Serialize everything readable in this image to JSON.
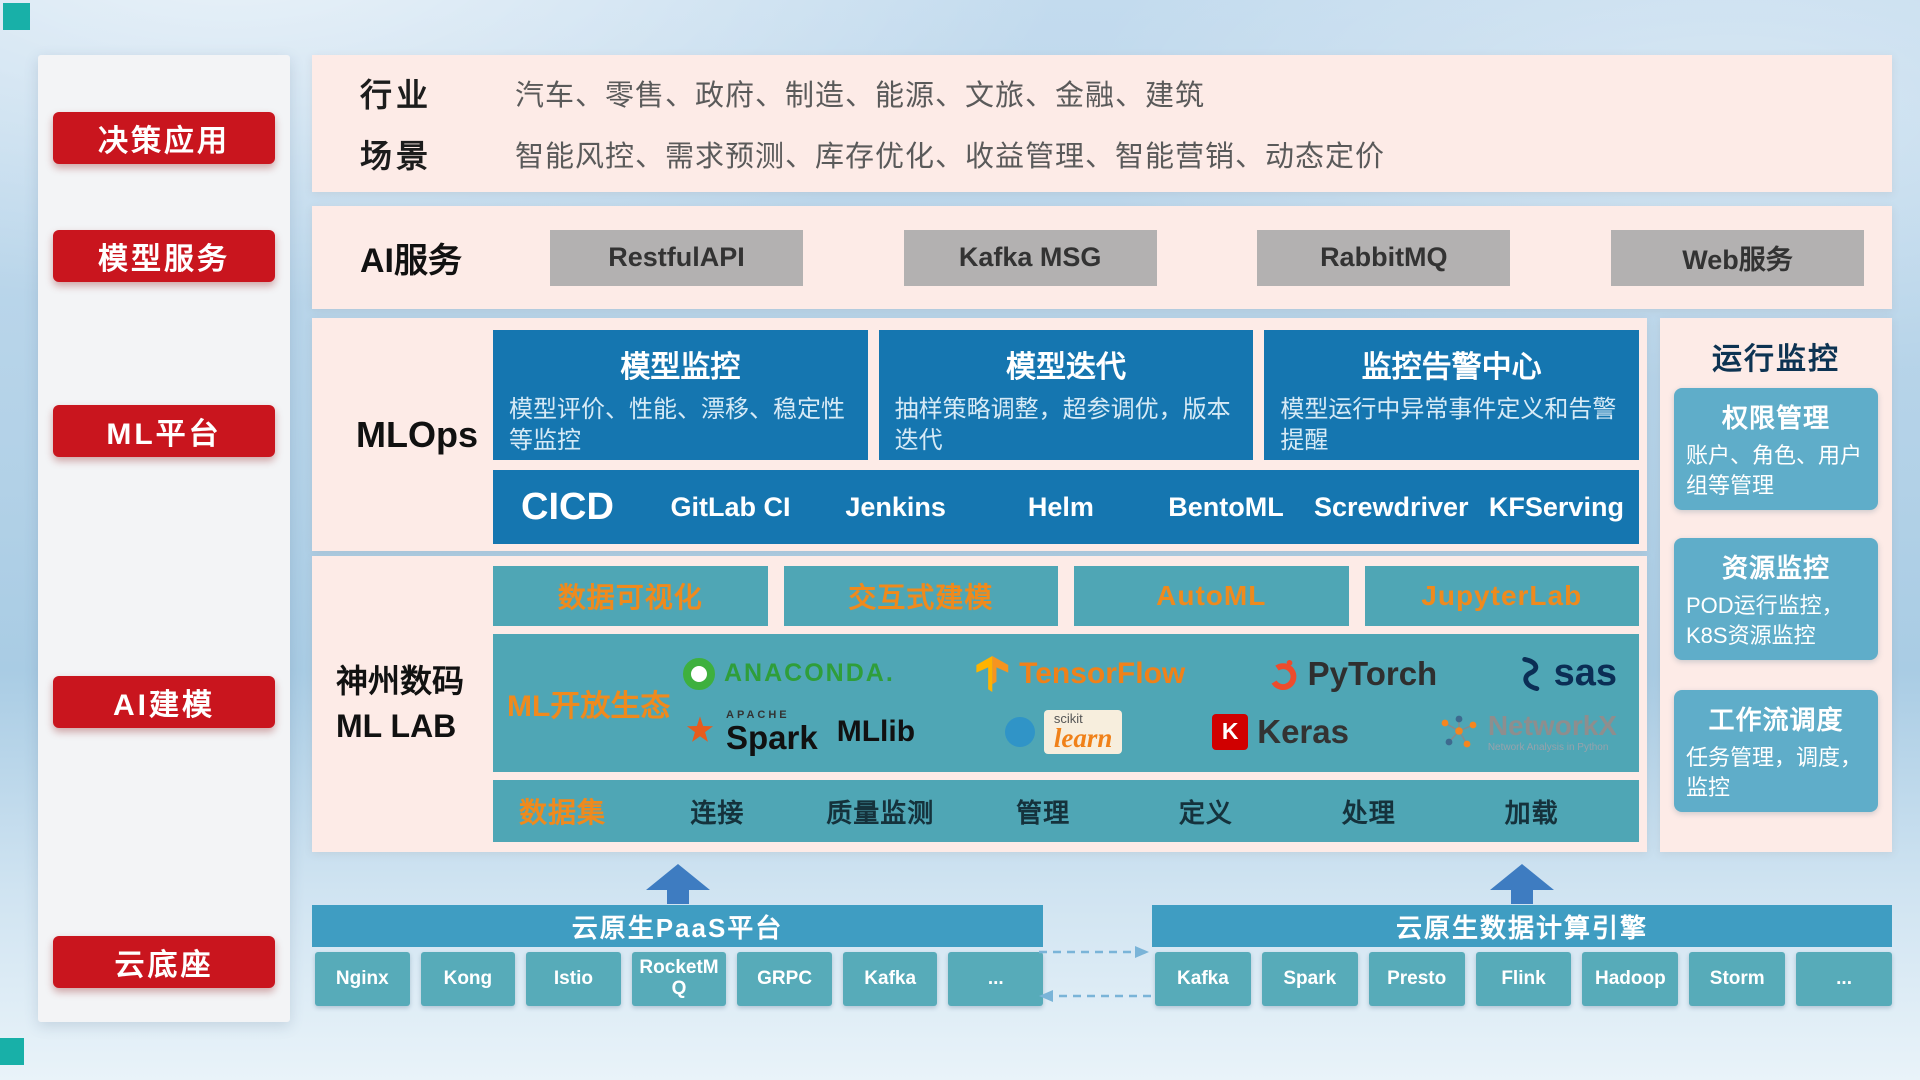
{
  "colors": {
    "accent_red": "#c9151e",
    "panel_pink": "#fdebe7",
    "card_blue": "#1576b0",
    "teal": "#4fa6b5",
    "monitor_blue": "#5fadc9",
    "bar_blue": "#3f9dc2",
    "chip_teal": "#57abb9",
    "orange_accent": "#ef8a1d",
    "arrow_blue": "#3e7cc1"
  },
  "sidebar": {
    "items": [
      {
        "label": "决策应用"
      },
      {
        "label": "模型服务"
      },
      {
        "label": "ML平台"
      },
      {
        "label": "AI建模"
      },
      {
        "label": "云底座"
      }
    ]
  },
  "industry": {
    "rows": [
      {
        "label": "行业",
        "value": "汽车、零售、政府、制造、能源、文旅、金融、建筑"
      },
      {
        "label": "场景",
        "value": "智能风控、需求预测、库存优化、收益管理、智能营销、动态定价"
      }
    ]
  },
  "ai_service": {
    "label": "AI服务",
    "buttons": [
      "RestfulAPI",
      "Kafka MSG",
      "RabbitMQ",
      "Web服务"
    ]
  },
  "mlops": {
    "label": "MLOps",
    "cards": [
      {
        "title": "模型监控",
        "desc": "模型评价、性能、漂移、稳定性等监控"
      },
      {
        "title": "模型迭代",
        "desc": "抽样策略调整，超参调优，版本迭代"
      },
      {
        "title": "监控告警中心",
        "desc": "模型运行中异常事件定义和告警提醒"
      }
    ],
    "cicd": {
      "label": "CICD",
      "items": [
        "GitLab CI",
        "Jenkins",
        "Helm",
        "BentoML",
        "Screwdriver",
        "KFServing"
      ]
    }
  },
  "mllab": {
    "title_line1": "神州数码",
    "title_line2": "ML LAB",
    "tools": [
      "数据可视化",
      "交互式建模",
      "AutoML",
      "JupyterLab"
    ],
    "ecosystem": {
      "label": "ML开放生态",
      "logos": {
        "anaconda": {
          "label": "ANACONDA."
        },
        "tensorflow": {
          "label": "TensorFlow"
        },
        "pytorch": {
          "label": "PyTorch"
        },
        "sas": {
          "label": "sas"
        },
        "spark": {
          "super": "APACHE",
          "label": "Spark"
        },
        "mllib": {
          "label": "MLlib"
        },
        "sklearn": {
          "super": "scikit",
          "label": "learn"
        },
        "keras": {
          "mark": "K",
          "label": "Keras"
        },
        "networkx": {
          "label": "NetworkX",
          "sub": "Network Analysis in Python"
        }
      }
    },
    "dataset": {
      "label": "数据集",
      "items": [
        "连接",
        "质量监测",
        "管理",
        "定义",
        "处理",
        "加载"
      ]
    }
  },
  "monitoring": {
    "title": "运行监控",
    "cards": [
      {
        "title": "权限管理",
        "desc": "账户、角色、用户组等管理"
      },
      {
        "title": "资源监控",
        "desc": "POD运行监控，K8S资源监控"
      },
      {
        "title": "工作流调度",
        "desc": "任务管理，调度，监控"
      }
    ]
  },
  "foundation": {
    "paas": {
      "title": "云原生PaaS平台",
      "chips": [
        "Nginx",
        "Kong",
        "Istio",
        "RocketMQ",
        "GRPC",
        "Kafka",
        "..."
      ]
    },
    "engine": {
      "title": "云原生数据计算引擎",
      "chips": [
        "Kafka",
        "Spark",
        "Presto",
        "Flink",
        "Hadoop",
        "Storm",
        "..."
      ]
    }
  }
}
